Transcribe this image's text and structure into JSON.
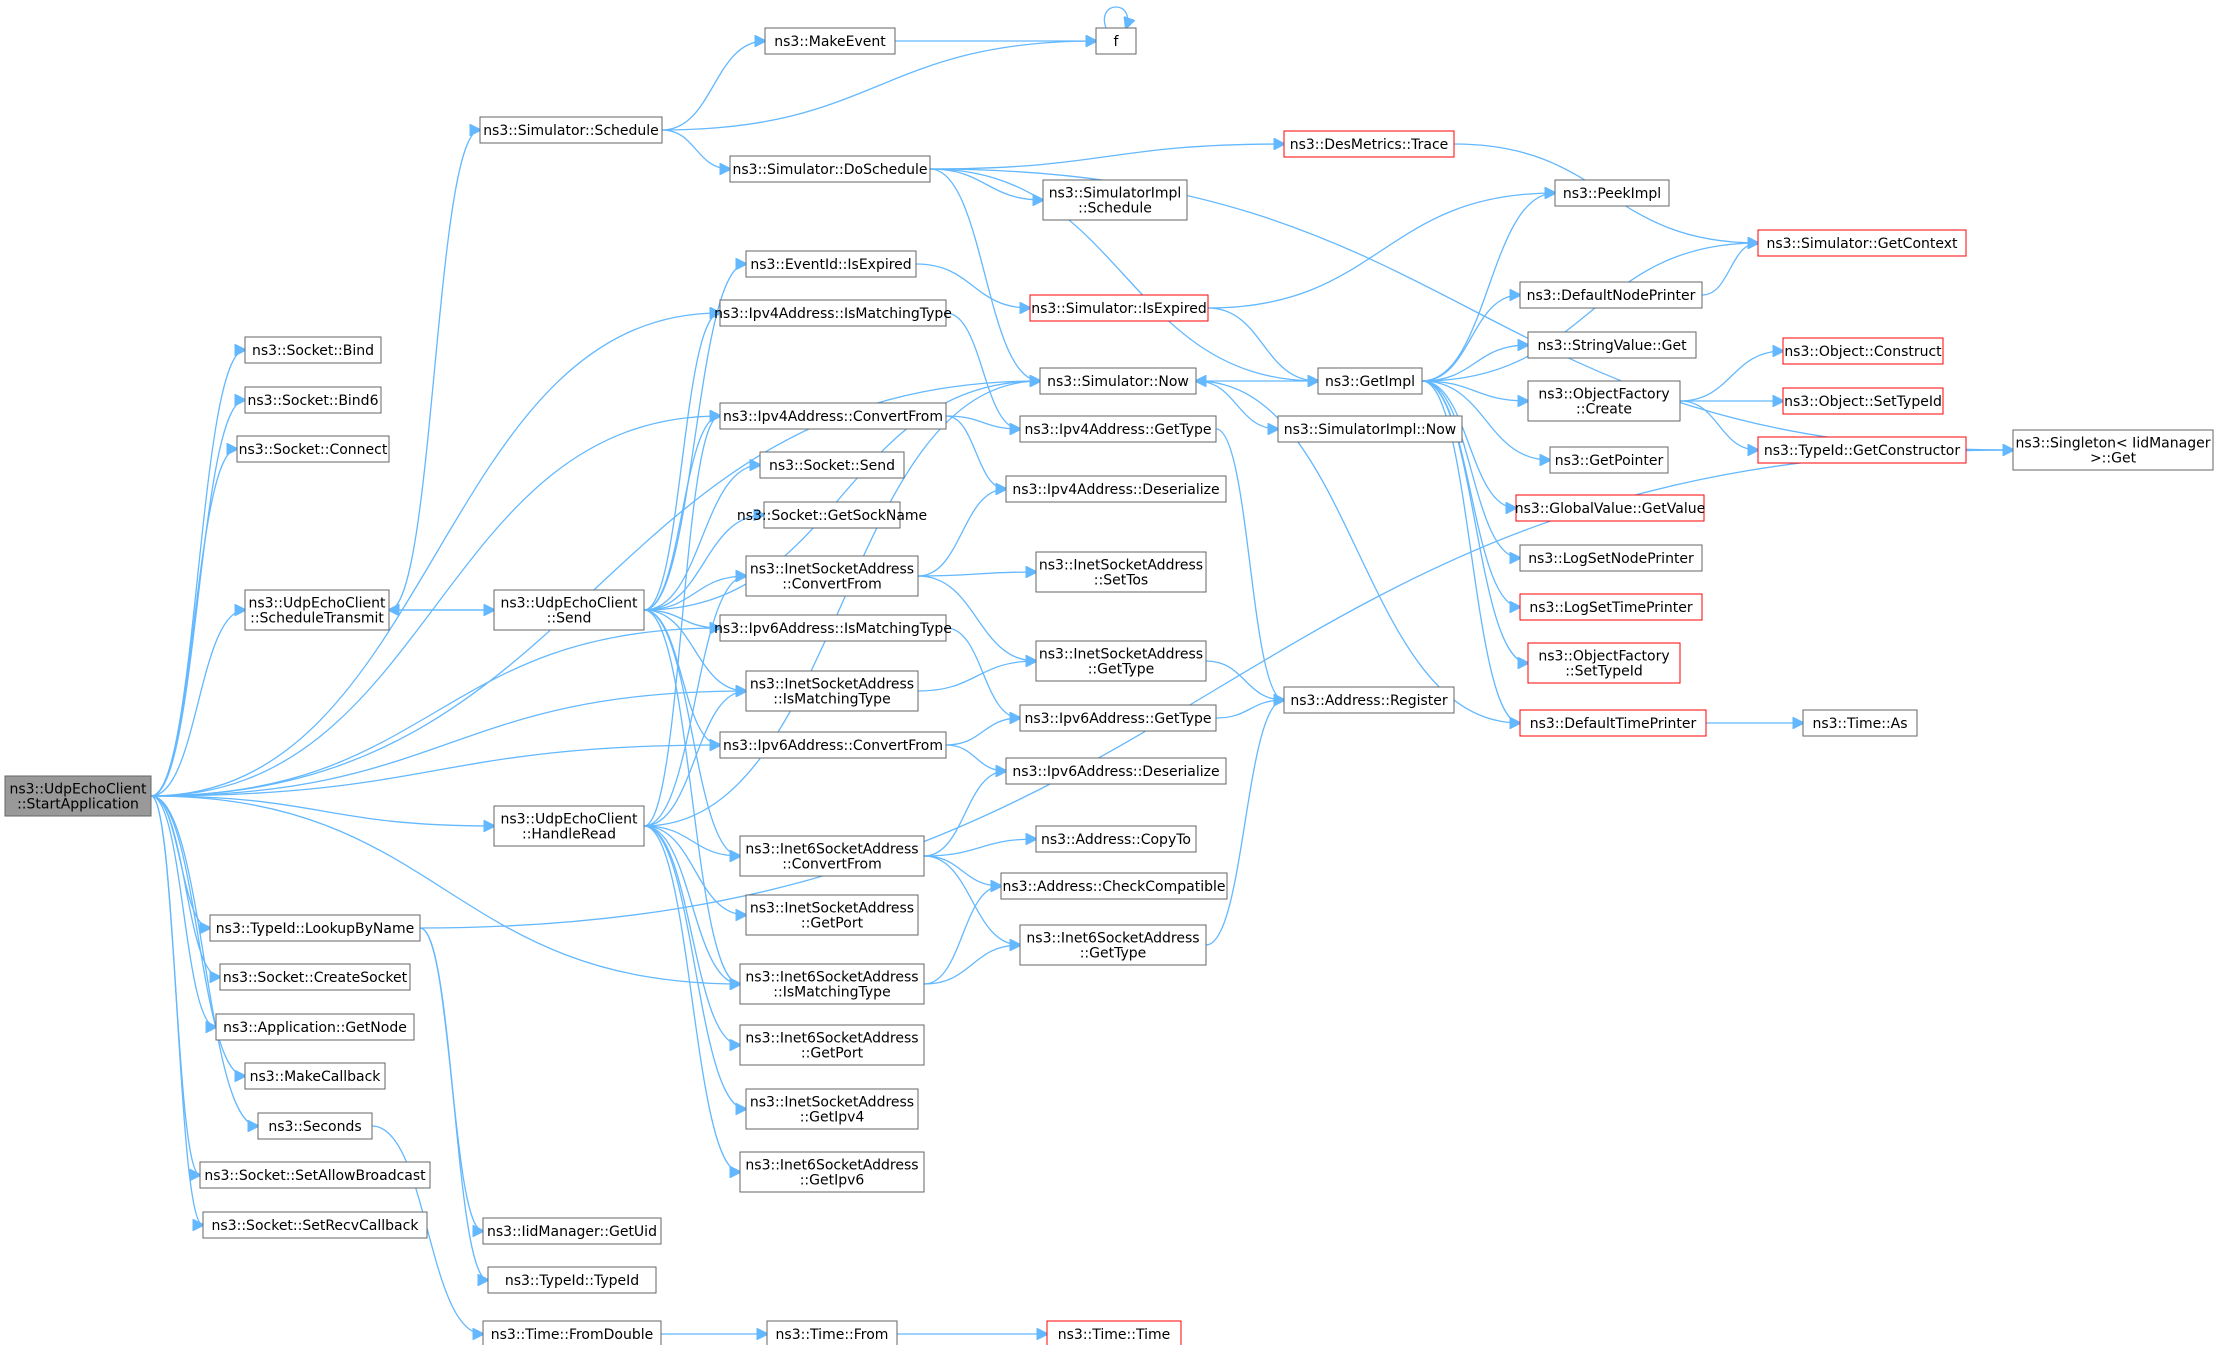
{
  "colors": {
    "edge": "#63b8ff",
    "node_border": "#666666",
    "node_border_incomplete": "#ff0000",
    "focus_fill": "#999999",
    "background": "#ffffff"
  },
  "nodes": [
    {
      "id": "start",
      "lines": [
        "ns3::UdpEchoClient",
        "::StartApplication"
      ],
      "focus": true
    },
    {
      "id": "bind",
      "lines": [
        "ns3::Socket::Bind"
      ]
    },
    {
      "id": "bind6",
      "lines": [
        "ns3::Socket::Bind6"
      ]
    },
    {
      "id": "connect",
      "lines": [
        "ns3::Socket::Connect"
      ]
    },
    {
      "id": "schedtx",
      "lines": [
        "ns3::UdpEchoClient",
        "::ScheduleTransmit"
      ]
    },
    {
      "id": "lookup",
      "lines": [
        "ns3::TypeId::LookupByName"
      ]
    },
    {
      "id": "createsock",
      "lines": [
        "ns3::Socket::CreateSocket"
      ]
    },
    {
      "id": "getnode",
      "lines": [
        "ns3::Application::GetNode"
      ]
    },
    {
      "id": "makecb",
      "lines": [
        "ns3::MakeCallback"
      ]
    },
    {
      "id": "seconds",
      "lines": [
        "ns3::Seconds"
      ]
    },
    {
      "id": "allowbc",
      "lines": [
        "ns3::Socket::SetAllowBroadcast"
      ]
    },
    {
      "id": "recvcb",
      "lines": [
        "ns3::Socket::SetRecvCallback"
      ]
    },
    {
      "id": "schedule",
      "lines": [
        "ns3::Simulator::Schedule"
      ]
    },
    {
      "id": "send",
      "lines": [
        "ns3::UdpEchoClient",
        "::Send"
      ]
    },
    {
      "id": "handleread",
      "lines": [
        "ns3::UdpEchoClient",
        "::HandleRead"
      ]
    },
    {
      "id": "getuid",
      "lines": [
        "ns3::IidManager::GetUid"
      ]
    },
    {
      "id": "typeidctor",
      "lines": [
        "ns3::TypeId::TypeId"
      ]
    },
    {
      "id": "fromdouble",
      "lines": [
        "ns3::Time::FromDouble"
      ]
    },
    {
      "id": "makeevent",
      "lines": [
        "ns3::MakeEvent"
      ]
    },
    {
      "id": "doschedule",
      "lines": [
        "ns3::Simulator::DoSchedule"
      ]
    },
    {
      "id": "isexpired",
      "lines": [
        "ns3::EventId::IsExpired"
      ]
    },
    {
      "id": "ipv4match",
      "lines": [
        "ns3::Ipv4Address::IsMatchingType"
      ]
    },
    {
      "id": "ipv4conv",
      "lines": [
        "ns3::Ipv4Address::ConvertFrom"
      ]
    },
    {
      "id": "socksend",
      "lines": [
        "ns3::Socket::Send"
      ]
    },
    {
      "id": "getsockname",
      "lines": [
        "ns3::Socket::GetSockName"
      ]
    },
    {
      "id": "inetconv",
      "lines": [
        "ns3::InetSocketAddress",
        "::ConvertFrom"
      ]
    },
    {
      "id": "ipv6match",
      "lines": [
        "ns3::Ipv6Address::IsMatchingType"
      ]
    },
    {
      "id": "inetmatch",
      "lines": [
        "ns3::InetSocketAddress",
        "::IsMatchingType"
      ]
    },
    {
      "id": "ipv6conv",
      "lines": [
        "ns3::Ipv6Address::ConvertFrom"
      ]
    },
    {
      "id": "inet6conv",
      "lines": [
        "ns3::Inet6SocketAddress",
        "::ConvertFrom"
      ]
    },
    {
      "id": "inetgetport",
      "lines": [
        "ns3::InetSocketAddress",
        "::GetPort"
      ]
    },
    {
      "id": "inet6match",
      "lines": [
        "ns3::Inet6SocketAddress",
        "::IsMatchingType"
      ]
    },
    {
      "id": "inet6getport",
      "lines": [
        "ns3::Inet6SocketAddress",
        "::GetPort"
      ]
    },
    {
      "id": "inetgetipv4",
      "lines": [
        "ns3::InetSocketAddress",
        "::GetIpv4"
      ]
    },
    {
      "id": "inet6getipv6",
      "lines": [
        "ns3::Inet6SocketAddress",
        "::GetIpv6"
      ]
    },
    {
      "id": "timefrom",
      "lines": [
        "ns3::Time::From"
      ]
    },
    {
      "id": "f",
      "lines": [
        "f"
      ]
    },
    {
      "id": "simimplsched",
      "lines": [
        "ns3::SimulatorImpl",
        "::Schedule"
      ]
    },
    {
      "id": "desmetrics",
      "lines": [
        "ns3::DesMetrics::Trace"
      ],
      "incomplete": true
    },
    {
      "id": "simisexpired",
      "lines": [
        "ns3::Simulator::IsExpired"
      ],
      "incomplete": true
    },
    {
      "id": "simnow",
      "lines": [
        "ns3::Simulator::Now"
      ]
    },
    {
      "id": "ipv4gettype",
      "lines": [
        "ns3::Ipv4Address::GetType"
      ]
    },
    {
      "id": "ipv4deser",
      "lines": [
        "ns3::Ipv4Address::Deserialize"
      ]
    },
    {
      "id": "inetsettos",
      "lines": [
        "ns3::InetSocketAddress",
        "::SetTos"
      ]
    },
    {
      "id": "inetgettype",
      "lines": [
        "ns3::InetSocketAddress",
        "::GetType"
      ]
    },
    {
      "id": "ipv6gettype",
      "lines": [
        "ns3::Ipv6Address::GetType"
      ]
    },
    {
      "id": "ipv6deser",
      "lines": [
        "ns3::Ipv6Address::Deserialize"
      ]
    },
    {
      "id": "copyto",
      "lines": [
        "ns3::Address::CopyTo"
      ]
    },
    {
      "id": "checkcompat",
      "lines": [
        "ns3::Address::CheckCompatible"
      ]
    },
    {
      "id": "inet6gettype",
      "lines": [
        "ns3::Inet6SocketAddress",
        "::GetType"
      ]
    },
    {
      "id": "timetime",
      "lines": [
        "ns3::Time::Time"
      ],
      "incomplete": true
    },
    {
      "id": "getimpl",
      "lines": [
        "ns3::GetImpl"
      ]
    },
    {
      "id": "simimplnow",
      "lines": [
        "ns3::SimulatorImpl::Now"
      ]
    },
    {
      "id": "register",
      "lines": [
        "ns3::Address::Register"
      ]
    },
    {
      "id": "peekimpl",
      "lines": [
        "ns3::PeekImpl"
      ]
    },
    {
      "id": "defnodeprinter",
      "lines": [
        "ns3::DefaultNodePrinter"
      ]
    },
    {
      "id": "stringget",
      "lines": [
        "ns3::StringValue::Get"
      ]
    },
    {
      "id": "objfactcreate",
      "lines": [
        "ns3::ObjectFactory",
        "::Create"
      ]
    },
    {
      "id": "getpointer",
      "lines": [
        "ns3::GetPointer"
      ]
    },
    {
      "id": "globalget",
      "lines": [
        "ns3::GlobalValue::GetValue"
      ],
      "incomplete": true
    },
    {
      "id": "logsetnode",
      "lines": [
        "ns3::LogSetNodePrinter"
      ]
    },
    {
      "id": "logsettime",
      "lines": [
        "ns3::LogSetTimePrinter"
      ],
      "incomplete": true
    },
    {
      "id": "objfactsettype",
      "lines": [
        "ns3::ObjectFactory",
        "::SetTypeId"
      ],
      "incomplete": true
    },
    {
      "id": "deftimeprinter",
      "lines": [
        "ns3::DefaultTimePrinter"
      ],
      "incomplete": true
    },
    {
      "id": "getcontext",
      "lines": [
        "ns3::Simulator::GetContext"
      ],
      "incomplete": true
    },
    {
      "id": "objconstruct",
      "lines": [
        "ns3::Object::Construct"
      ],
      "incomplete": true
    },
    {
      "id": "objsettypeid",
      "lines": [
        "ns3::Object::SetTypeId"
      ],
      "incomplete": true
    },
    {
      "id": "getctor",
      "lines": [
        "ns3::TypeId::GetConstructor"
      ],
      "incomplete": true
    },
    {
      "id": "timeas",
      "lines": [
        "ns3::Time::As"
      ]
    },
    {
      "id": "singleton",
      "lines": [
        "ns3::Singleton< IidManager",
        " >::Get"
      ]
    }
  ],
  "edges": [
    [
      "start",
      "bind"
    ],
    [
      "start",
      "bind6"
    ],
    [
      "start",
      "connect"
    ],
    [
      "start",
      "schedtx"
    ],
    [
      "start",
      "lookup"
    ],
    [
      "start",
      "createsock"
    ],
    [
      "start",
      "getnode"
    ],
    [
      "start",
      "makecb"
    ],
    [
      "start",
      "seconds"
    ],
    [
      "start",
      "allowbc"
    ],
    [
      "start",
      "recvcb"
    ],
    [
      "start",
      "handleread"
    ],
    [
      "start",
      "ipv4match"
    ],
    [
      "start",
      "simnow"
    ],
    [
      "start",
      "ipv4conv"
    ],
    [
      "start",
      "ipv6match"
    ],
    [
      "start",
      "inetmatch"
    ],
    [
      "start",
      "ipv6conv"
    ],
    [
      "start",
      "inet6match"
    ],
    [
      "schedtx",
      "schedule"
    ],
    [
      "schedtx",
      "send"
    ],
    [
      "send",
      "schedtx"
    ],
    [
      "send",
      "isexpired"
    ],
    [
      "send",
      "ipv4match"
    ],
    [
      "send",
      "simnow"
    ],
    [
      "send",
      "ipv4conv"
    ],
    [
      "send",
      "socksend"
    ],
    [
      "send",
      "getsockname"
    ],
    [
      "send",
      "inetconv"
    ],
    [
      "send",
      "ipv6match"
    ],
    [
      "send",
      "inetmatch"
    ],
    [
      "send",
      "ipv6conv"
    ],
    [
      "send",
      "inet6conv"
    ],
    [
      "send",
      "inet6match"
    ],
    [
      "handleread",
      "simnow"
    ],
    [
      "handleread",
      "inetconv"
    ],
    [
      "handleread",
      "inetmatch"
    ],
    [
      "handleread",
      "inet6conv"
    ],
    [
      "handleread",
      "inetgetport"
    ],
    [
      "handleread",
      "inet6match"
    ],
    [
      "handleread",
      "inet6getport"
    ],
    [
      "handleread",
      "inetgetipv4"
    ],
    [
      "handleread",
      "inet6getipv6"
    ],
    [
      "handleread",
      "ipv4conv"
    ],
    [
      "lookup",
      "getuid"
    ],
    [
      "lookup",
      "typeidctor"
    ],
    [
      "lookup",
      "singleton"
    ],
    [
      "seconds",
      "fromdouble"
    ],
    [
      "fromdouble",
      "timefrom"
    ],
    [
      "timefrom",
      "timetime"
    ],
    [
      "schedule",
      "makeevent"
    ],
    [
      "schedule",
      "doschedule"
    ],
    [
      "schedule",
      "f"
    ],
    [
      "makeevent",
      "f"
    ],
    [
      "f",
      "f"
    ],
    [
      "doschedule",
      "simimplsched"
    ],
    [
      "doschedule",
      "desmetrics"
    ],
    [
      "doschedule",
      "simnow"
    ],
    [
      "doschedule",
      "getimpl"
    ],
    [
      "doschedule",
      "singleton"
    ],
    [
      "isexpired",
      "simisexpired"
    ],
    [
      "simisexpired",
      "getimpl"
    ],
    [
      "simisexpired",
      "peekimpl"
    ],
    [
      "ipv4match",
      "ipv4gettype"
    ],
    [
      "ipv4conv",
      "ipv4gettype"
    ],
    [
      "ipv4conv",
      "ipv4deser"
    ],
    [
      "inetconv",
      "ipv4deser"
    ],
    [
      "inetconv",
      "inetsettos"
    ],
    [
      "inetconv",
      "inetgettype"
    ],
    [
      "inetmatch",
      "inetgettype"
    ],
    [
      "ipv6match",
      "ipv6gettype"
    ],
    [
      "ipv6conv",
      "ipv6gettype"
    ],
    [
      "ipv6conv",
      "ipv6deser"
    ],
    [
      "inet6conv",
      "ipv6deser"
    ],
    [
      "inet6conv",
      "copyto"
    ],
    [
      "inet6conv",
      "checkcompat"
    ],
    [
      "inet6conv",
      "inet6gettype"
    ],
    [
      "inet6match",
      "checkcompat"
    ],
    [
      "inet6match",
      "inet6gettype"
    ],
    [
      "simnow",
      "getimpl"
    ],
    [
      "simnow",
      "simimplnow"
    ],
    [
      "ipv4gettype",
      "register"
    ],
    [
      "inetgettype",
      "register"
    ],
    [
      "ipv6gettype",
      "register"
    ],
    [
      "inet6gettype",
      "register"
    ],
    [
      "desmetrics",
      "getcontext"
    ],
    [
      "getimpl",
      "peekimpl"
    ],
    [
      "getimpl",
      "getcontext"
    ],
    [
      "getimpl",
      "defnodeprinter"
    ],
    [
      "getimpl",
      "stringget"
    ],
    [
      "getimpl",
      "objfactcreate"
    ],
    [
      "getimpl",
      "getpointer"
    ],
    [
      "getimpl",
      "globalget"
    ],
    [
      "getimpl",
      "logsetnode"
    ],
    [
      "getimpl",
      "logsettime"
    ],
    [
      "getimpl",
      "objfactsettype"
    ],
    [
      "getimpl",
      "deftimeprinter"
    ],
    [
      "defnodeprinter",
      "getcontext"
    ],
    [
      "deftimeprinter",
      "simnow"
    ],
    [
      "deftimeprinter",
      "timeas"
    ],
    [
      "objfactcreate",
      "objconstruct"
    ],
    [
      "objfactcreate",
      "objsettypeid"
    ],
    [
      "objfactcreate",
      "getctor"
    ],
    [
      "getctor",
      "singleton"
    ]
  ]
}
